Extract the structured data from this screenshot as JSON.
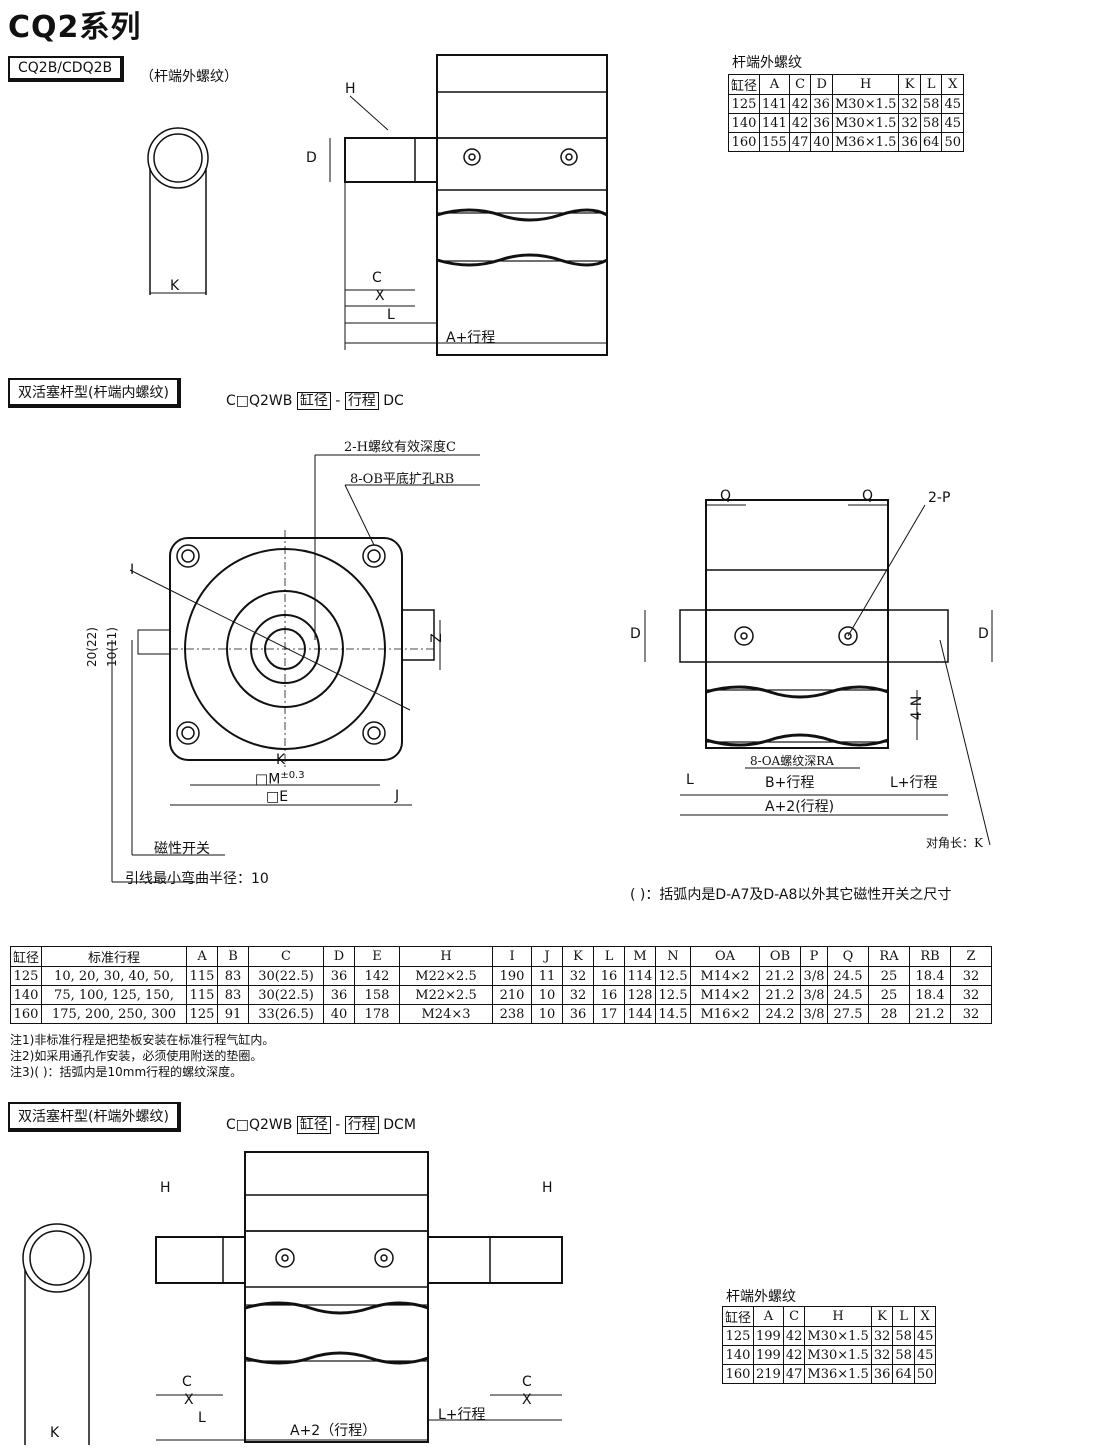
{
  "title": "CQ2系列",
  "section1": {
    "model_label": "CQ2B/CDQ2B",
    "subtitle": "（杆端外螺纹）",
    "dims": {
      "H": "H",
      "D": "D",
      "C": "C",
      "X": "X",
      "L": "L",
      "K": "K",
      "A_stroke": "A+行程"
    },
    "table": {
      "caption": "杆端外螺纹",
      "headers": [
        "缸径",
        "A",
        "C",
        "D",
        "H",
        "K",
        "L",
        "X"
      ],
      "rows": [
        [
          "125",
          "141",
          "42",
          "36",
          "M30×1.5",
          "32",
          "58",
          "45"
        ],
        [
          "140",
          "141",
          "42",
          "36",
          "M30×1.5",
          "32",
          "58",
          "45"
        ],
        [
          "160",
          "155",
          "47",
          "40",
          "M36×1.5",
          "36",
          "64",
          "50"
        ]
      ]
    }
  },
  "section2": {
    "label": "双活塞杆型(杆端内螺纹)",
    "code_prefix": "C□Q2WB",
    "code_bore": "缸径",
    "code_dash": "-",
    "code_stroke": "行程",
    "code_suffix": "DC",
    "front": {
      "h_thread": "2-H螺纹有效深度C",
      "ob_hole": "8-OB平底扩孔RB",
      "i_label": "I",
      "z_label": "Z",
      "dim_20": "20(22)",
      "dim_10": "10(11)",
      "k_label": "K",
      "m_label": "□M",
      "m_tol": "±0.3",
      "e_label": "□E",
      "j_label": "J",
      "switch": "磁性开关",
      "bend": "引线最小弯曲半径：10"
    },
    "side": {
      "q1": "Q",
      "q2": "Q",
      "p": "2-P",
      "d1": "D",
      "d2": "D",
      "n": "4-N",
      "oa": "8-OA螺纹深RA",
      "l": "L",
      "b_stroke": "B+行程",
      "l_stroke": "L+行程",
      "a2_stroke": "A+2(行程)",
      "diag": "对角长：K"
    },
    "paren_note": "( )：括弧内是D-A7及D-A8以外其它磁性开关之尺寸",
    "table": {
      "headers": [
        "缸径",
        "标准行程",
        "A",
        "B",
        "C",
        "D",
        "E",
        "H",
        "I",
        "J",
        "K",
        "L",
        "M",
        "N",
        "OA",
        "OB",
        "P",
        "Q",
        "RA",
        "RB",
        "Z"
      ],
      "strokes": [
        "10, 20, 30, 40, 50,",
        "75, 100, 125, 150,",
        "175, 200, 250, 300"
      ],
      "rows": [
        [
          "125",
          "115",
          "83",
          "30(22.5)",
          "36",
          "142",
          "M22×2.5",
          "190",
          "11",
          "32",
          "16",
          "114",
          "12.5",
          "M14×2",
          "21.2",
          "3/8",
          "24.5",
          "25",
          "18.4",
          "32"
        ],
        [
          "140",
          "115",
          "83",
          "30(22.5)",
          "36",
          "158",
          "M22×2.5",
          "210",
          "10",
          "32",
          "16",
          "128",
          "12.5",
          "M14×2",
          "21.2",
          "3/8",
          "24.5",
          "25",
          "18.4",
          "32"
        ],
        [
          "160",
          "125",
          "91",
          "33(26.5)",
          "40",
          "178",
          "M24×3",
          "238",
          "10",
          "36",
          "17",
          "144",
          "14.5",
          "M16×2",
          "24.2",
          "3/8",
          "27.5",
          "28",
          "21.2",
          "32"
        ]
      ]
    },
    "notes": [
      "注1)非标准行程是把垫板安装在标准行程气缸内。",
      "注2)如采用通孔作安装，必须使用附送的垫圈。",
      "注3)( )：括弧内是10mm行程的螺纹深度。"
    ]
  },
  "section3": {
    "label": "双活塞杆型(杆端外螺纹)",
    "code_prefix": "C□Q2WB",
    "code_bore": "缸径",
    "code_dash": "-",
    "code_stroke": "行程",
    "code_suffix": "DCM",
    "dims": {
      "H1": "H",
      "H2": "H",
      "K": "K",
      "C1": "C",
      "X1": "X",
      "C2": "C",
      "X2": "X",
      "L": "L",
      "a2_stroke": "A+2（行程）",
      "l_stroke": "L+行程"
    },
    "table": {
      "caption": "杆端外螺纹",
      "headers": [
        "缸径",
        "A",
        "C",
        "H",
        "K",
        "L",
        "X"
      ],
      "rows": [
        [
          "125",
          "199",
          "42",
          "M30×1.5",
          "32",
          "58",
          "45"
        ],
        [
          "140",
          "199",
          "42",
          "M30×1.5",
          "32",
          "58",
          "45"
        ],
        [
          "160",
          "219",
          "47",
          "M36×1.5",
          "36",
          "64",
          "50"
        ]
      ]
    }
  }
}
